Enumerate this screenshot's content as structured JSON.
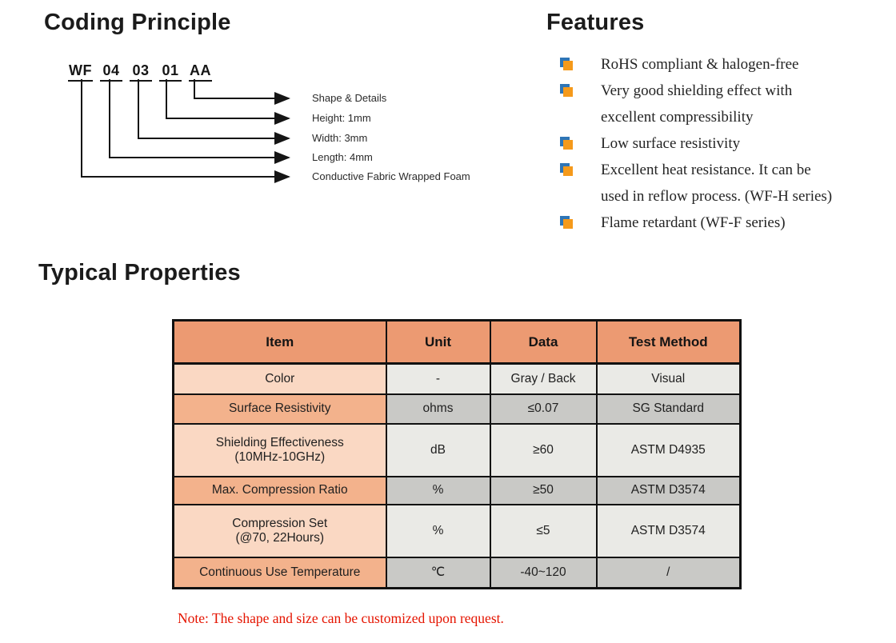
{
  "coding": {
    "title": "Coding Principle",
    "code_segments": [
      "WF",
      "04",
      "03",
      "01",
      "AA"
    ],
    "labels": [
      "Shape & Details",
      "Height: 1mm",
      "Width: 3mm",
      "Length: 4mm",
      "Conductive Fabric Wrapped Foam"
    ]
  },
  "features": {
    "title": "Features",
    "items": [
      "RoHS compliant & halogen-free",
      "Very good shielding effect with\nexcellent compressibility",
      "Low surface resistivity",
      "Excellent heat resistance. It can be\nused in reflow process. (WF-H series)",
      "Flame retardant (WF-F series)"
    ]
  },
  "properties": {
    "title": "Typical Properties",
    "table": {
      "headers": [
        "Item",
        "Unit",
        "Data",
        "Test Method"
      ],
      "rows": [
        {
          "item": "Color",
          "unit": "-",
          "data": "Gray / Back",
          "method": "Visual"
        },
        {
          "item": "Surface Resistivity",
          "unit": "ohms",
          "data": "≤0.07",
          "method": "SG Standard"
        },
        {
          "item": "Shielding Effectiveness\n(10MHz-10GHz)",
          "unit": "dB",
          "data": "≥60",
          "method": "ASTM D4935"
        },
        {
          "item": "Max. Compression Ratio",
          "unit": "%",
          "data": "≥50",
          "method": "ASTM D3574"
        },
        {
          "item": "Compression Set\n(@70, 22Hours)",
          "unit": "%",
          "data": "≤5",
          "method": "ASTM D3574"
        },
        {
          "item": "Continuous Use Temperature",
          "unit": "℃",
          "data": "-40~120",
          "method": "/"
        }
      ]
    },
    "note": "Note: The shape and size can be customized upon request."
  },
  "colors": {
    "table_header_bg": "#EC9A72",
    "item_cell_light": "#FAD8C3",
    "item_cell_medium": "#F3B28C",
    "data_cell_light": "#EAEAE6",
    "data_cell_dark": "#C9C9C6",
    "bullet_orange": "#F59A1B",
    "bullet_blue": "#2E75B6",
    "note_red": "#E51400"
  }
}
